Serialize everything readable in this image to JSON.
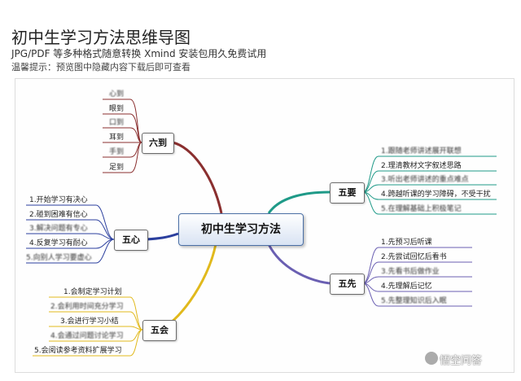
{
  "header": {
    "title": "初中生学习方法思维导图",
    "subtitle": "JPG/PDF 等多种格式随意转换  Xmind 安装包用久免费试用",
    "note": "温馨提示：预览图中隐藏内容下载后即可查看"
  },
  "center": "初中生学习方法",
  "branches": {
    "liudao": {
      "label": "六到",
      "items": [
        "心到",
        "眼到",
        "口到",
        "耳到",
        "手到",
        "足到"
      ]
    },
    "wuxin": {
      "label": "五心",
      "items": [
        "1.开始学习有决心",
        "2.碰到困难有信心",
        "3.解决问题有专心",
        "4.反复学习有耐心",
        "5.向别人学习要虚心"
      ]
    },
    "wuhui": {
      "label": "五会",
      "items": [
        "1.会制定学习计划",
        "2.会利用时间充分学习",
        "3.会进行学习小结",
        "4.会通过问题讨论学习",
        "5.会阅读参考资料扩展学习"
      ]
    },
    "wuyao": {
      "label": "五要",
      "items": [
        "1.跟随老师讲述展开联想",
        "2.理清教材文字叙述思路",
        "3.听出老师讲述的重点难点",
        "4.跨越听课的学习障碍，不受干扰",
        "5.在理解基础上积极笔记"
      ]
    },
    "wuxian": {
      "label": "五先",
      "items": [
        "1.先预习后听课",
        "2.先尝试回忆后看书",
        "3.先看书后做作业",
        "4.先理解后记忆",
        "5.先整理知识后入眠"
      ]
    }
  },
  "brand": "悟空问答",
  "colors": {
    "liudao": "#8a2f2f",
    "wuxin": "#2b3f9e",
    "wuhui": "#e1b91c",
    "wuyao": "#1f9a88",
    "wuxian": "#6a5fb2",
    "center_border": "#4a6fa5"
  }
}
